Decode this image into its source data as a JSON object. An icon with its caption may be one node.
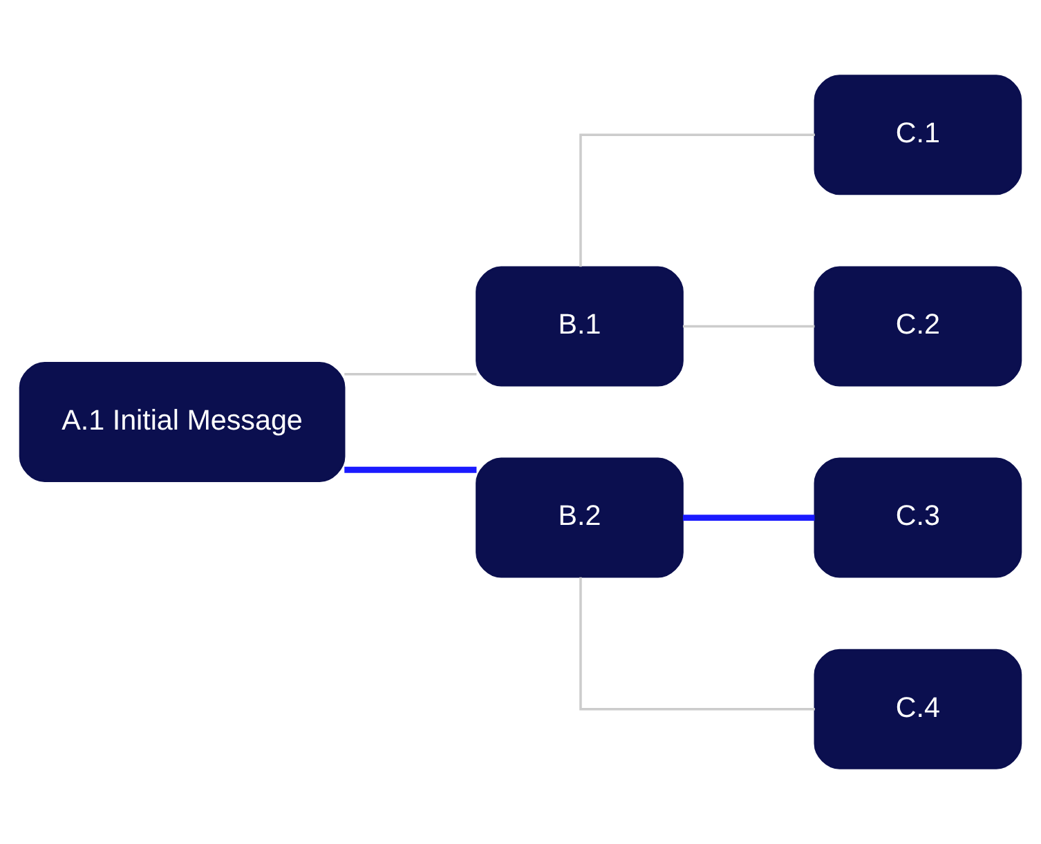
{
  "diagram": {
    "nodes": [
      {
        "text": [
          "A.1 Initial Message"
        ]
      },
      {
        "text": [
          "B.1"
        ]
      },
      {
        "text": [
          "B.2"
        ]
      },
      {
        "text": [
          "C.1"
        ]
      },
      {
        "text": [
          "C.2"
        ]
      },
      {
        "text": [
          "C.3"
        ]
      },
      {
        "text": [
          "C.4"
        ]
      }
    ],
    "edges": [
      {
        "from": 0,
        "to": 1,
        "arrow": "none"
      },
      {
        "from": 0,
        "to": 2,
        "arrow": "none",
        "style": "thick",
        "color": "#1a1aff"
      },
      {
        "from": 1,
        "to": 3,
        "arrow": "none"
      },
      {
        "from": 1,
        "to": 4,
        "arrow": "none"
      },
      {
        "from": 2,
        "to": 5,
        "arrow": "none",
        "style": "thick",
        "color": "#1a1aff"
      },
      {
        "from": 2,
        "to": 6,
        "arrow": "none"
      }
    ]
  }
}
